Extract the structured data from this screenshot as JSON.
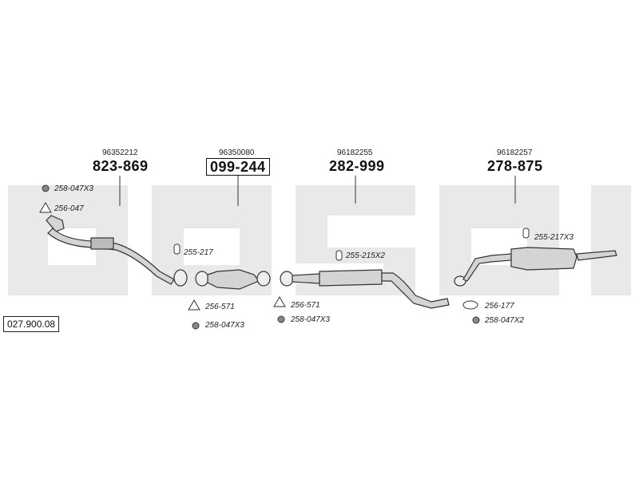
{
  "catalog_code": "027.900.08",
  "parts": [
    {
      "ref": "96352212",
      "number": "823-869"
    },
    {
      "ref": "96350080",
      "number": "099-244"
    },
    {
      "ref": "96182255",
      "number": "282-999"
    },
    {
      "ref": "96182257",
      "number": "278-875"
    }
  ],
  "fittings": {
    "clamp_1": "258-047X3",
    "gasket_1": "256-047",
    "hanger_1": "255-217",
    "gasket_2": "256-571",
    "clamp_2": "258-047X3",
    "hanger_2": "255-215X2",
    "gasket_3": "256-571",
    "clamp_3": "258-047X3",
    "hanger_3": "255-217X3",
    "gasket_4": "256-177",
    "clamp_4": "258-047X2"
  },
  "colors": {
    "watermark": "#e6e6e6",
    "line": "#333333",
    "part": "#d4d4d4"
  }
}
